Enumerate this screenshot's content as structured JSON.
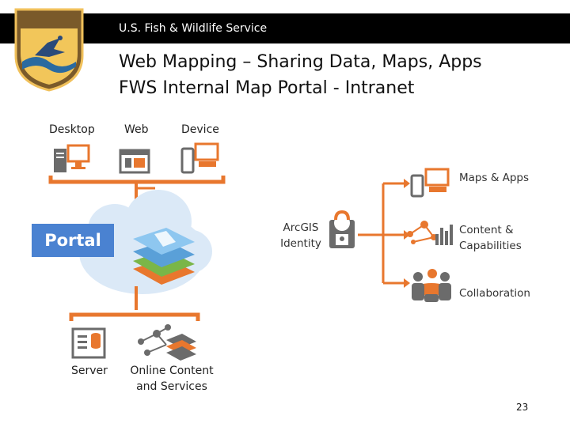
{
  "header": {
    "org_name": "U.S. Fish & Wildlife Service"
  },
  "logo": {
    "alt": "U.S. FISH & WILDLIFE SERVICE"
  },
  "title": {
    "line1": "Web Mapping – Sharing Data, Maps, Apps",
    "line2": "FWS Internal Map Portal - Intranet"
  },
  "diagram": {
    "top_labels": {
      "desktop": "Desktop",
      "web": "Web",
      "device": "Device"
    },
    "portal": "Portal",
    "bottom_labels": {
      "server": "Server",
      "online_line1": "Online Content",
      "online_line2": "and Services"
    },
    "identity": {
      "line1": "ArcGIS",
      "line2": "Identity"
    },
    "right_labels": {
      "maps_apps": "Maps & Apps",
      "content_line1": "Content &",
      "content_line2": "Capabilities",
      "collaboration": "Collaboration"
    }
  },
  "colors": {
    "accent_orange": "#e8772e",
    "portal_blue": "#4a82d1",
    "icon_gray": "#6b6b6b",
    "cloud_blue": "#d6e6f6"
  },
  "page": {
    "number": "23"
  }
}
